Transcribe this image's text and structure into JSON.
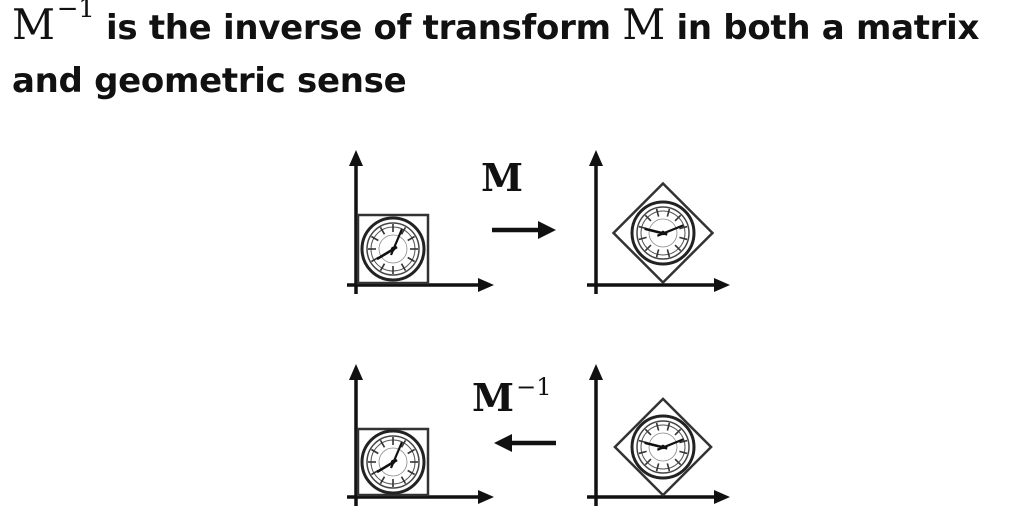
{
  "heading": {
    "math_symbol": "M",
    "math_superscript": "−1",
    "text_part1": " is the inverse of transform ",
    "math_symbol2": "M",
    "text_part2": " in both a matrix",
    "line2": "and geometric sense"
  },
  "diagram": {
    "top_row": {
      "transform_label": "M",
      "arrow_direction": "right"
    },
    "bottom_row": {
      "transform_label": "M",
      "transform_superscript": "−1",
      "arrow_direction": "left"
    },
    "icon": "clock-icon",
    "rotation_degrees": 45
  }
}
